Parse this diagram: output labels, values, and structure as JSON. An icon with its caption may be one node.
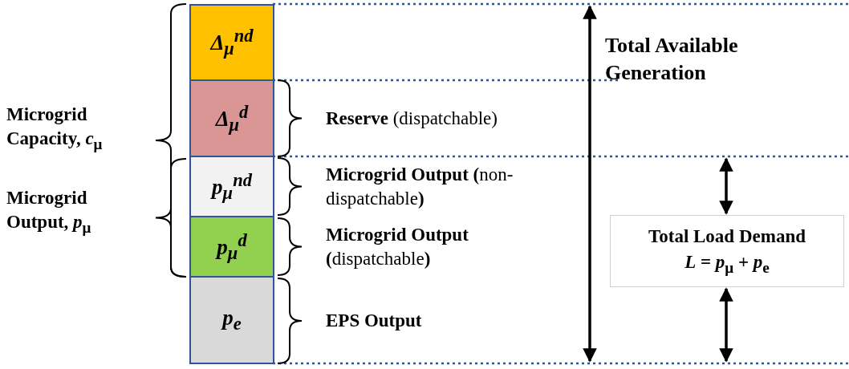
{
  "diagram": {
    "nodes": [
      {
        "text": [
          "Δ$_{μ}$$^{nd}$"
        ]
      },
      {
        "text": [
          "Δ$_{μ}$$^{d}$"
        ],
        "beside": [
          "**Reserve** (dispatchable)"
        ]
      },
      {
        "text": [
          "p$_{μ}$$^{nd}$"
        ],
        "beside": [
          "**Microgrid Output (**non-dispatchable**)**"
        ]
      },
      {
        "text": [
          "p$_{μ}$$^{d}$"
        ],
        "beside": [
          "**Microgrid Output (**dispatchable**)**"
        ]
      },
      {
        "text": [
          "p$_{e}$"
        ],
        "beside": [
          "**EPS Output**"
        ]
      },
      {
        "text": [
          "Total Load Demand",
          "*L* = *p*$_{μ}$ + *p*$_{e}$"
        ]
      }
    ],
    "labels": [
      "Microgrid Capacity, *c*$_{μ}$",
      "Microgrid Output, *p*$_{μ}$",
      "Total Available Generation"
    ]
  }
}
